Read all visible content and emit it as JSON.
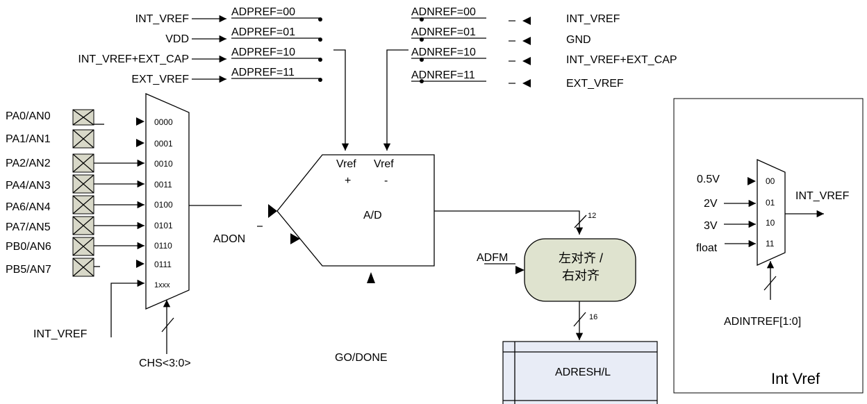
{
  "adpref": {
    "sources": [
      "INT_VREF",
      "VDD",
      "INT_VREF+EXT_CAP",
      "EXT_VREF"
    ],
    "options": [
      "ADPREF=00",
      "ADPREF=01",
      "ADPREF=10",
      "ADPREF=11"
    ]
  },
  "adnref": {
    "options": [
      "ADNREF=00",
      "ADNREF=01",
      "ADNREF=10",
      "ADNREF=11"
    ],
    "sources": [
      "INT_VREF",
      "GND",
      "INT_VREF+EXT_CAP",
      "EXT_VREF"
    ]
  },
  "pins": [
    "PA0/AN0",
    "PA1/AN1",
    "PA2/AN2",
    "PA4/AN3",
    "PA6/AN4",
    "PA7/AN5",
    "PB0/AN6",
    "PB5/AN7"
  ],
  "mux": {
    "codes": [
      "0000",
      "0001",
      "0010",
      "0011",
      "0100",
      "0101",
      "0110",
      "0111",
      "1xxx"
    ],
    "int_vref_label": "INT_VREF",
    "select_label": "CHS<3:0>"
  },
  "adc": {
    "vref_plus": "Vref",
    "plus_sign": "+",
    "vref_minus": "Vref",
    "minus_sign": "-",
    "name": "A/D",
    "adon": "ADON",
    "go_done": "GO/DONE",
    "bus_width_in": "12",
    "bus_width_out": "16"
  },
  "align": {
    "adfm": "ADFM",
    "line1": "左对齐 /",
    "line2": "右对齐"
  },
  "result": {
    "label": "ADRESH/L"
  },
  "intvref": {
    "inputs": [
      "0.5V",
      "2V",
      "3V",
      "float"
    ],
    "codes": [
      "00",
      "01",
      "10",
      "11"
    ],
    "output": "INT_VREF",
    "select": "ADINTREF[1:0]",
    "title": "Int Vref"
  }
}
